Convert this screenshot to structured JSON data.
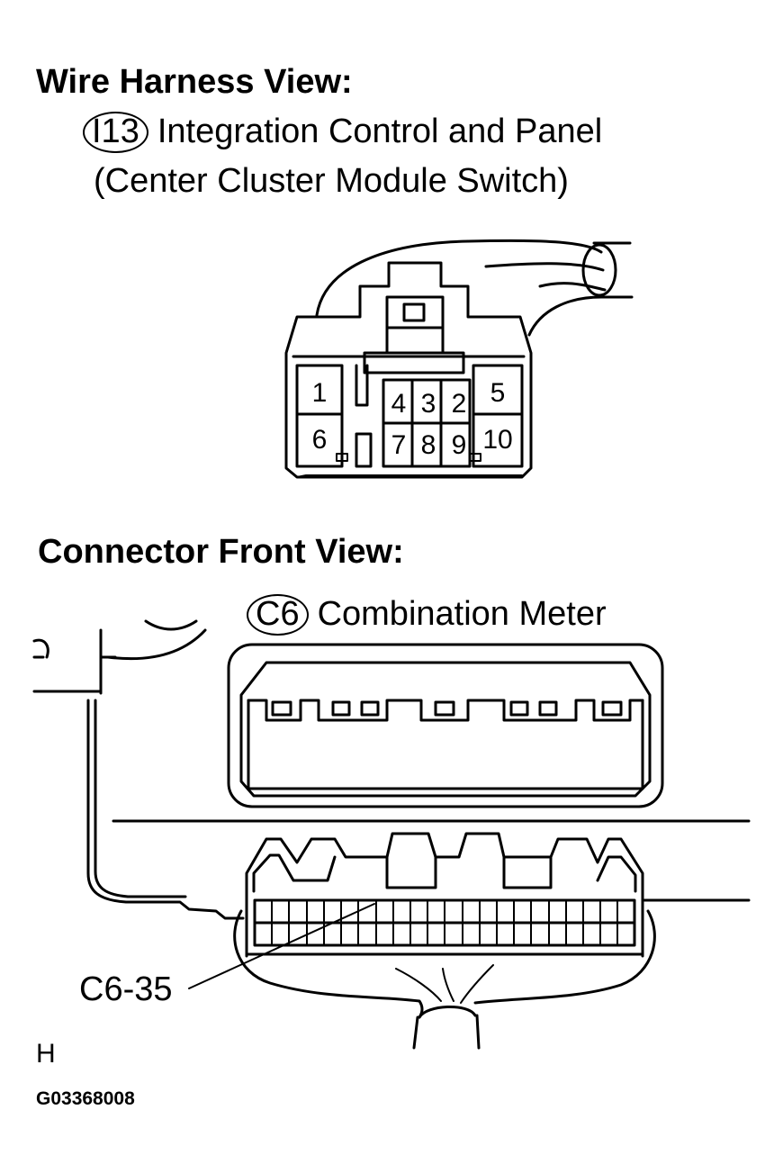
{
  "section1": {
    "heading": "Wire Harness View:",
    "connector_code": "I13",
    "name_line1": "Integration Control and Panel",
    "name_line2": "(Center Cluster Module Switch)",
    "pins": [
      "1",
      "2",
      "3",
      "4",
      "5",
      "6",
      "7",
      "8",
      "9",
      "10"
    ]
  },
  "section2": {
    "heading": "Connector Front View:",
    "connector_code": "C6",
    "name": "Combination Meter",
    "callout": "C6-35"
  },
  "footer": {
    "letter": "H",
    "figure_code": "G03368008"
  }
}
